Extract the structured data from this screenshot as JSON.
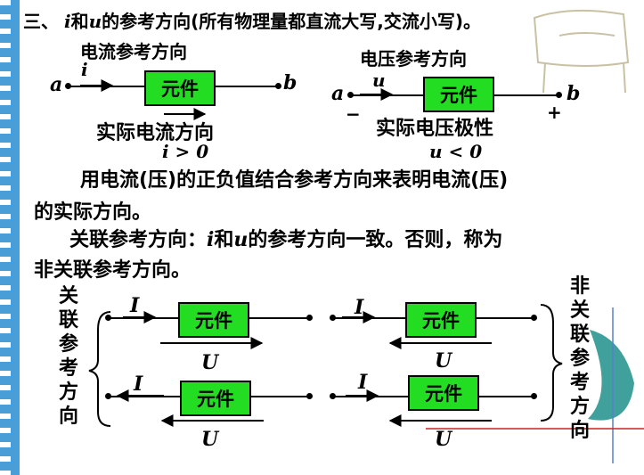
{
  "title": {
    "prefix": "三、",
    "i": "i",
    "he": "和",
    "u": "u",
    "rest": "的参考方向(所有物理量都直流大写,交流小写)。"
  },
  "left_diagram": {
    "label_top": "电流参考方向",
    "node_a": "a",
    "node_b": "b",
    "current": "i",
    "element": "元件",
    "actual": "实际电流方向",
    "condition": "i > 0"
  },
  "right_diagram": {
    "label_top": "电压参考方向",
    "node_a": "a",
    "node_b": "b",
    "voltage": "u",
    "element": "元件",
    "minus": "−",
    "plus": "+",
    "actual": "实际电压极性",
    "condition": "u < 0"
  },
  "paragraph1": {
    "line1": "用电流(压)的正负值结合参考方向来表明电流(压)",
    "line2": "的实际方向。"
  },
  "paragraph2": {
    "lead": "关联参考方向：",
    "i": "i",
    "he": "和",
    "u": "u",
    "tail": "的参考方向一致。否则，称为",
    "line2": "非关联参考方向。"
  },
  "associated_label": "关联参考方向",
  "nonassociated_label": "非关联参考方向",
  "circuits": [
    {
      "current": "I",
      "voltage": "U",
      "element": "元件"
    },
    {
      "current": "I",
      "voltage": "U",
      "element": "元件"
    },
    {
      "current": "I",
      "voltage": "U",
      "element": "元件"
    },
    {
      "current": "I",
      "voltage": "U",
      "element": "元件"
    }
  ],
  "colors": {
    "element_fill": "#22dd22",
    "strip": "#4a9ed8",
    "deco_teal": "#1f8f8a",
    "deco_red": "#cc2222"
  }
}
